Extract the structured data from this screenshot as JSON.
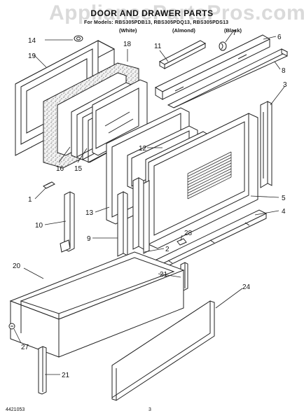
{
  "watermark": "AppliancePartsPros.com",
  "title": "DOOR AND DRAWER PARTS",
  "subtitle": "For Models: RBS305PDB13, RBS305PDQ13, RBS305PDS13",
  "colors": [
    "(White)",
    "(Almond)",
    "(Black)"
  ],
  "callouts": [
    {
      "num": "14"
    },
    {
      "num": "19"
    },
    {
      "num": "18"
    },
    {
      "num": "11"
    },
    {
      "num": "7"
    },
    {
      "num": "6"
    },
    {
      "num": "8"
    },
    {
      "num": "3"
    },
    {
      "num": "12"
    },
    {
      "num": "16"
    },
    {
      "num": "15"
    },
    {
      "num": "1"
    },
    {
      "num": "10"
    },
    {
      "num": "13"
    },
    {
      "num": "9"
    },
    {
      "num": "5"
    },
    {
      "num": "4"
    },
    {
      "num": "28"
    },
    {
      "num": "2"
    },
    {
      "num": "21"
    },
    {
      "num": "20"
    },
    {
      "num": "24"
    },
    {
      "num": "27"
    },
    {
      "num": "21"
    }
  ],
  "footer": {
    "part_number": "4421053",
    "page": "3"
  }
}
